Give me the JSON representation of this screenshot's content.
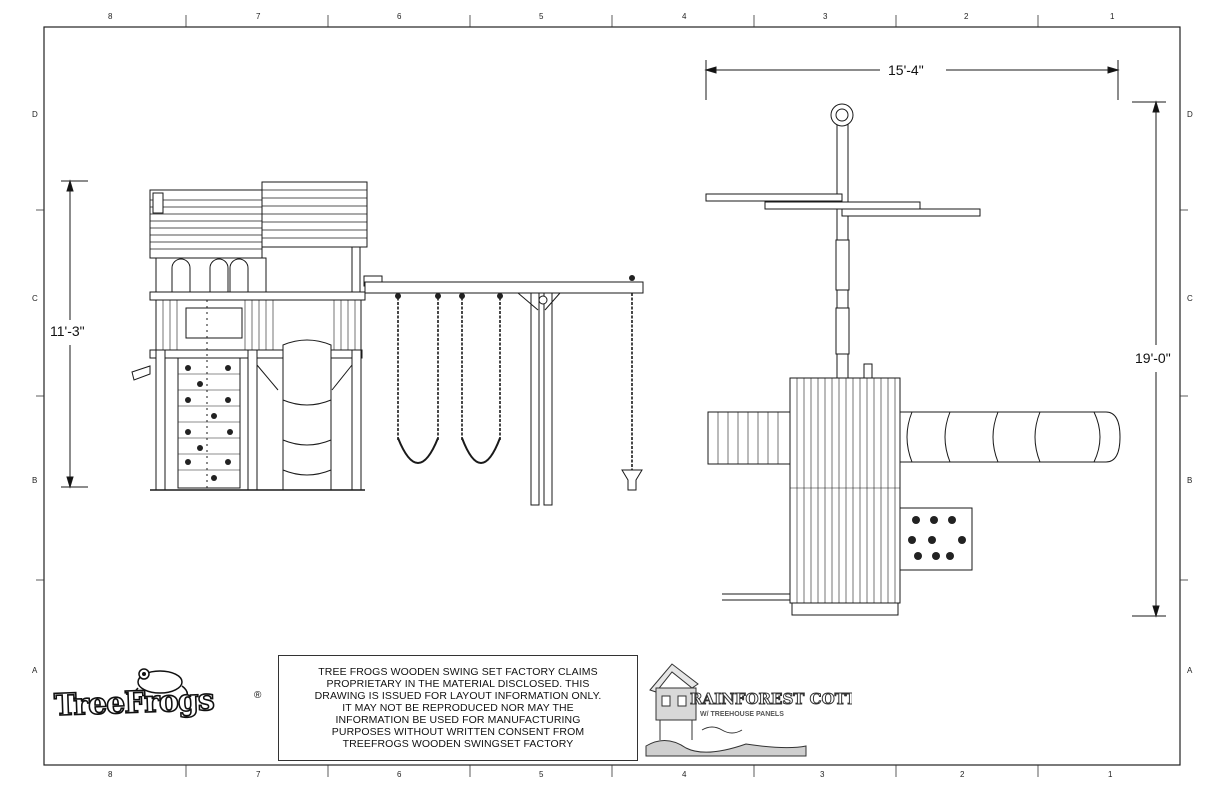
{
  "border": {
    "columns_top": [
      "8",
      "7",
      "6",
      "5",
      "4",
      "3",
      "2",
      "1"
    ],
    "columns_bottom": [
      "8",
      "7",
      "6",
      "5",
      "4",
      "3",
      "2",
      "1"
    ],
    "rows_left": [
      "D",
      "C",
      "B",
      "A"
    ],
    "rows_right": [
      "D",
      "C",
      "B",
      "A"
    ]
  },
  "dimensions": {
    "side_height": "11'-3\"",
    "top_width": "15'-4\"",
    "top_depth": "19'-0\""
  },
  "notice": {
    "lines": [
      "TREE FROGS WOODEN SWING SET FACTORY CLAIMS",
      "PROPRIETARY IN THE MATERIAL DISCLOSED. THIS",
      "DRAWING IS ISSUED FOR LAYOUT INFORMATION ONLY.",
      "IT MAY NOT BE REPRODUCED NOR MAY THE",
      "INFORMATION BE USED FOR MANUFACTURING",
      "PURPOSES WITHOUT WRITTEN CONSENT FROM",
      "TREEFROGS WOODEN SWINGSET FACTORY"
    ]
  },
  "logos": {
    "brand_left": "TreeFrogs",
    "registered": "®",
    "product_title": "RAINFOREST COTTAGE",
    "product_subtitle": "W/ TREEHOUSE PANELS"
  },
  "colors": {
    "line": "#1a1a1a",
    "frog_green": "#ffffff"
  }
}
